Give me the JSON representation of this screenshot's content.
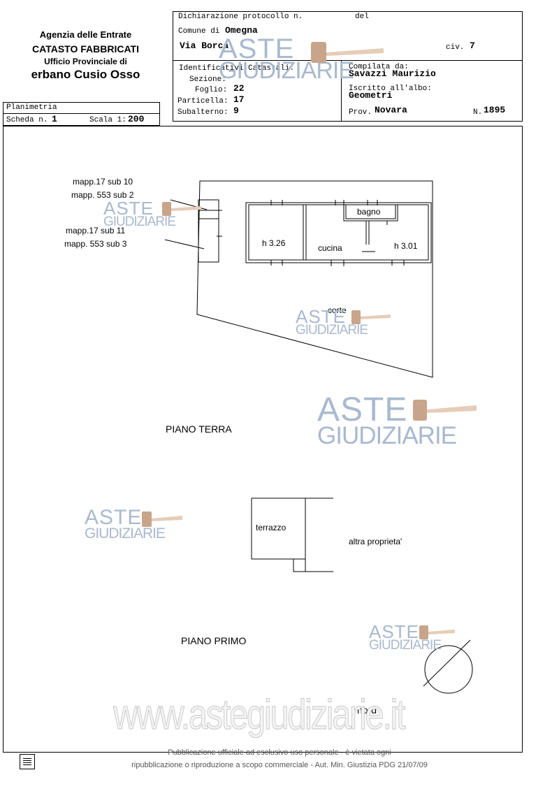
{
  "header_left": {
    "line1": "Agenzia delle Entrate",
    "line2": "CATASTO FABBRICATI",
    "line3": "Ufficio Provinciale di",
    "line4": "erbano Cusio Osso"
  },
  "sheet": {
    "title": "Planimetria",
    "scheda_label": "Scheda n.",
    "scheda_value": "1",
    "scala_label": "Scala 1:",
    "scala_value": "200"
  },
  "declaration": {
    "protocol_label": "Dichiarazione protocollo n.",
    "del_label": "del",
    "comune_label": "Comune di",
    "comune_value": "Omegna",
    "street": "Via Borca",
    "civ_label": "civ.",
    "civ_value": "7"
  },
  "identifiers": {
    "heading": "Identificativi Catastali:",
    "sezione_label": "Sezione:",
    "foglio_label": "Foglio:",
    "foglio_value": "22",
    "particella_label": "Particella:",
    "particella_value": "17",
    "subalterno_label": "Subalterno:",
    "subalterno_value": "9"
  },
  "compiled": {
    "label": "Compilata da:",
    "name": "Savazzi Maurizio",
    "albo_label": "Iscritto all'albo:",
    "albo_value": "Geometri",
    "prov_label": "Prov.",
    "prov_value": "Novara",
    "num_label": "N.",
    "num_value": "1895"
  },
  "plan": {
    "mapp1_a": "mapp.17 sub 10",
    "mapp1_b": "mapp. 553 sub 2",
    "mapp2_a": "mapp.17 sub 11",
    "mapp2_b": "mapp. 553 sub 3",
    "bagno": "bagno",
    "h1": "h 3.26",
    "cucina": "cucina",
    "h2": "h 3.01",
    "corte": "corte",
    "piano_terra": "PIANO TERRA",
    "terrazzo": "terrazzo",
    "altra": "altra proprieta'",
    "piano_primo": "PIANO PRIMO",
    "nord": "nord"
  },
  "watermark": {
    "aste": "ASTE",
    "giudiziarie": "GIUDIZIARIE",
    "site": "www.astegiudiziarie.it"
  },
  "footer": {
    "line1": "Pubblicazione ufficiale ad esclusivo uso personale - è vietata ogni",
    "line2": "ripubblicazione o riproduzione a scopo commerciale - Aut. Min. Giustizia PDG 21/07/09"
  }
}
